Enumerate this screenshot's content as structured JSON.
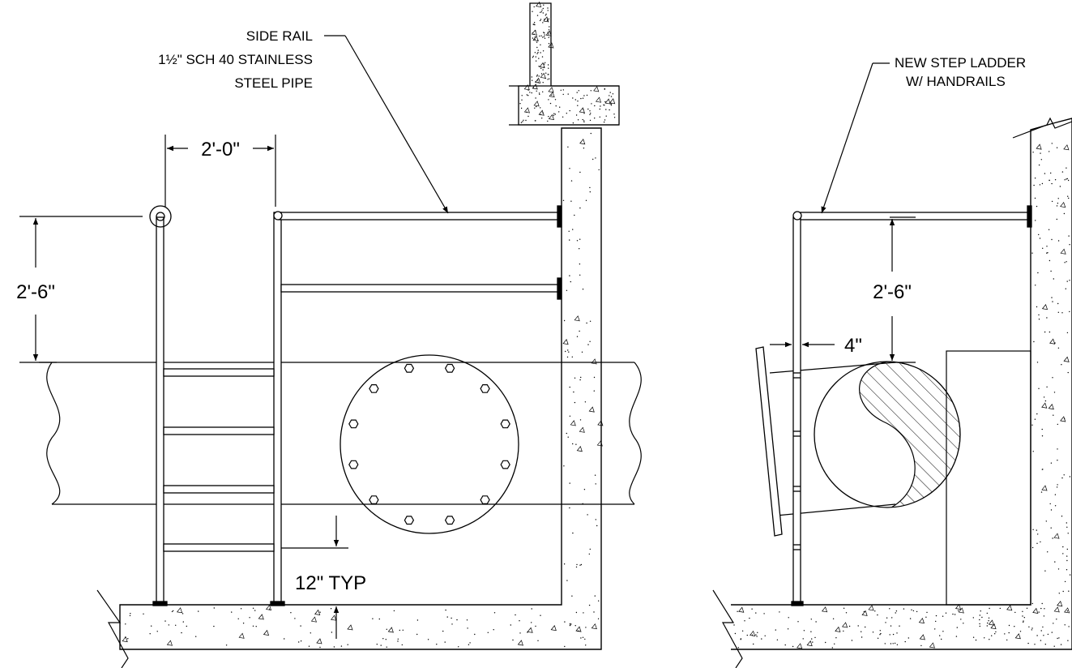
{
  "left_view": {
    "side_rail_note": [
      "SIDE RAIL",
      "1½\" SCH 40 STAINLESS",
      "STEEL PIPE"
    ],
    "width_dim": "2'-0\"",
    "height_dim": "2'-6\"",
    "step_spacing_dim": "12\" TYP"
  },
  "right_view": {
    "ladder_note": [
      "NEW STEP LADDER",
      "W/ HANDRAILS"
    ],
    "height_dim": "2'-6\"",
    "offset_dim": "4\""
  }
}
